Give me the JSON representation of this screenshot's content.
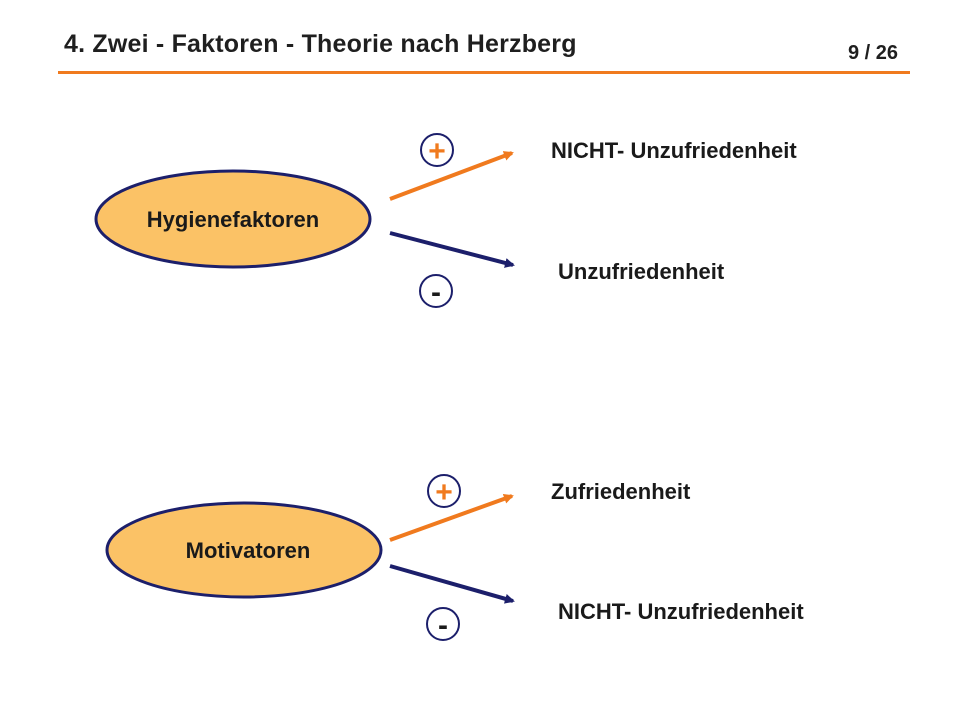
{
  "slide": {
    "title": "4. Zwei - Faktoren - Theorie nach Herzberg",
    "page_number": "9 / 26"
  },
  "colors": {
    "accent_orange": "#f07a1e",
    "navy": "#1c1f6b",
    "ellipse_fill": "#fbc266"
  },
  "groups": [
    {
      "factor": "Hygienefaktoren",
      "positive_sign": "+",
      "positive_outcome": "NICHT- Unzufriedenheit",
      "negative_sign": "-",
      "negative_outcome": "Unzufriedenheit"
    },
    {
      "factor": "Motivatoren",
      "positive_sign": "+",
      "positive_outcome": "Zufriedenheit",
      "negative_sign": "-",
      "negative_outcome": "NICHT- Unzufriedenheit"
    }
  ]
}
